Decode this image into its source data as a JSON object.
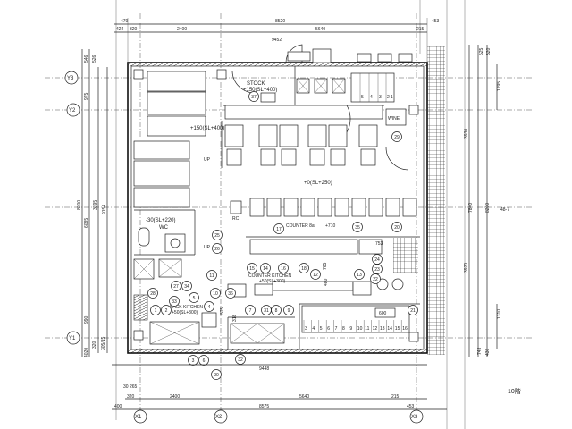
{
  "grid_axes": {
    "x": [
      "X1",
      "X2",
      "X3"
    ],
    "y": [
      "Y1",
      "Y2",
      "Y3"
    ]
  },
  "dimensions": {
    "top_row1": [
      "479",
      "8520",
      "453"
    ],
    "top_row2": [
      "424",
      "320",
      "2400",
      "5640",
      "215"
    ],
    "top_overall": "9452",
    "bottom_overall": "9448",
    "bottom_small": "30 265",
    "bottom_row1": [
      "320",
      "2400",
      "5640",
      "215"
    ],
    "bottom_row2": [
      "400",
      "8575",
      "453"
    ],
    "left": [
      "546",
      "526",
      "975",
      "8200",
      "6085",
      "3395",
      "9154",
      "990",
      "320",
      "4020",
      "305/15"
    ],
    "right": [
      "525",
      "520",
      "1295",
      "3930",
      "7840",
      "8200",
      "3920",
      "1310",
      "743",
      "436"
    ],
    "interior": [
      "753",
      "765",
      "480",
      "575",
      "318",
      "600"
    ]
  },
  "labels": {
    "stock": "STOCK",
    "stock_level": "+150(SL+400)",
    "booth_level": "+150(SL+400)",
    "up": "UP",
    "up2": "UP",
    "wine": "WINE",
    "hall_level": "+0(SL+250)",
    "rc": "RC",
    "wc_level": "-30(SL+220)",
    "wc": "WC",
    "counter": "COUNTER 8at",
    "counter_height": "+710",
    "counter_kitchen": "COUNTER KITCHEN",
    "counter_kitchen_level": "+50(SL+300)",
    "back_kitchen": "BACK KITCHEN",
    "back_kitchen_level": "+50(SL+300)",
    "neighbor": "48-7",
    "floor": "10階"
  },
  "stairs_upper": [
    "5",
    "4",
    "3",
    "2",
    "1"
  ],
  "stairs_lower": [
    "3",
    "4",
    "5",
    "6",
    "7",
    "8",
    "9",
    "10",
    "11",
    "12",
    "13",
    "14",
    "15",
    "16"
  ],
  "equipment_tags": [
    "37",
    "29",
    "17",
    "35",
    "20",
    "25",
    "26",
    "15",
    "14",
    "16",
    "18",
    "12",
    "13",
    "24",
    "23",
    "22",
    "21",
    "11",
    "10",
    "36",
    "28",
    "27",
    "34",
    "33",
    "5",
    "4",
    "1",
    "2",
    "7",
    "31",
    "8",
    "9",
    "3",
    "6",
    "32",
    "30"
  ]
}
